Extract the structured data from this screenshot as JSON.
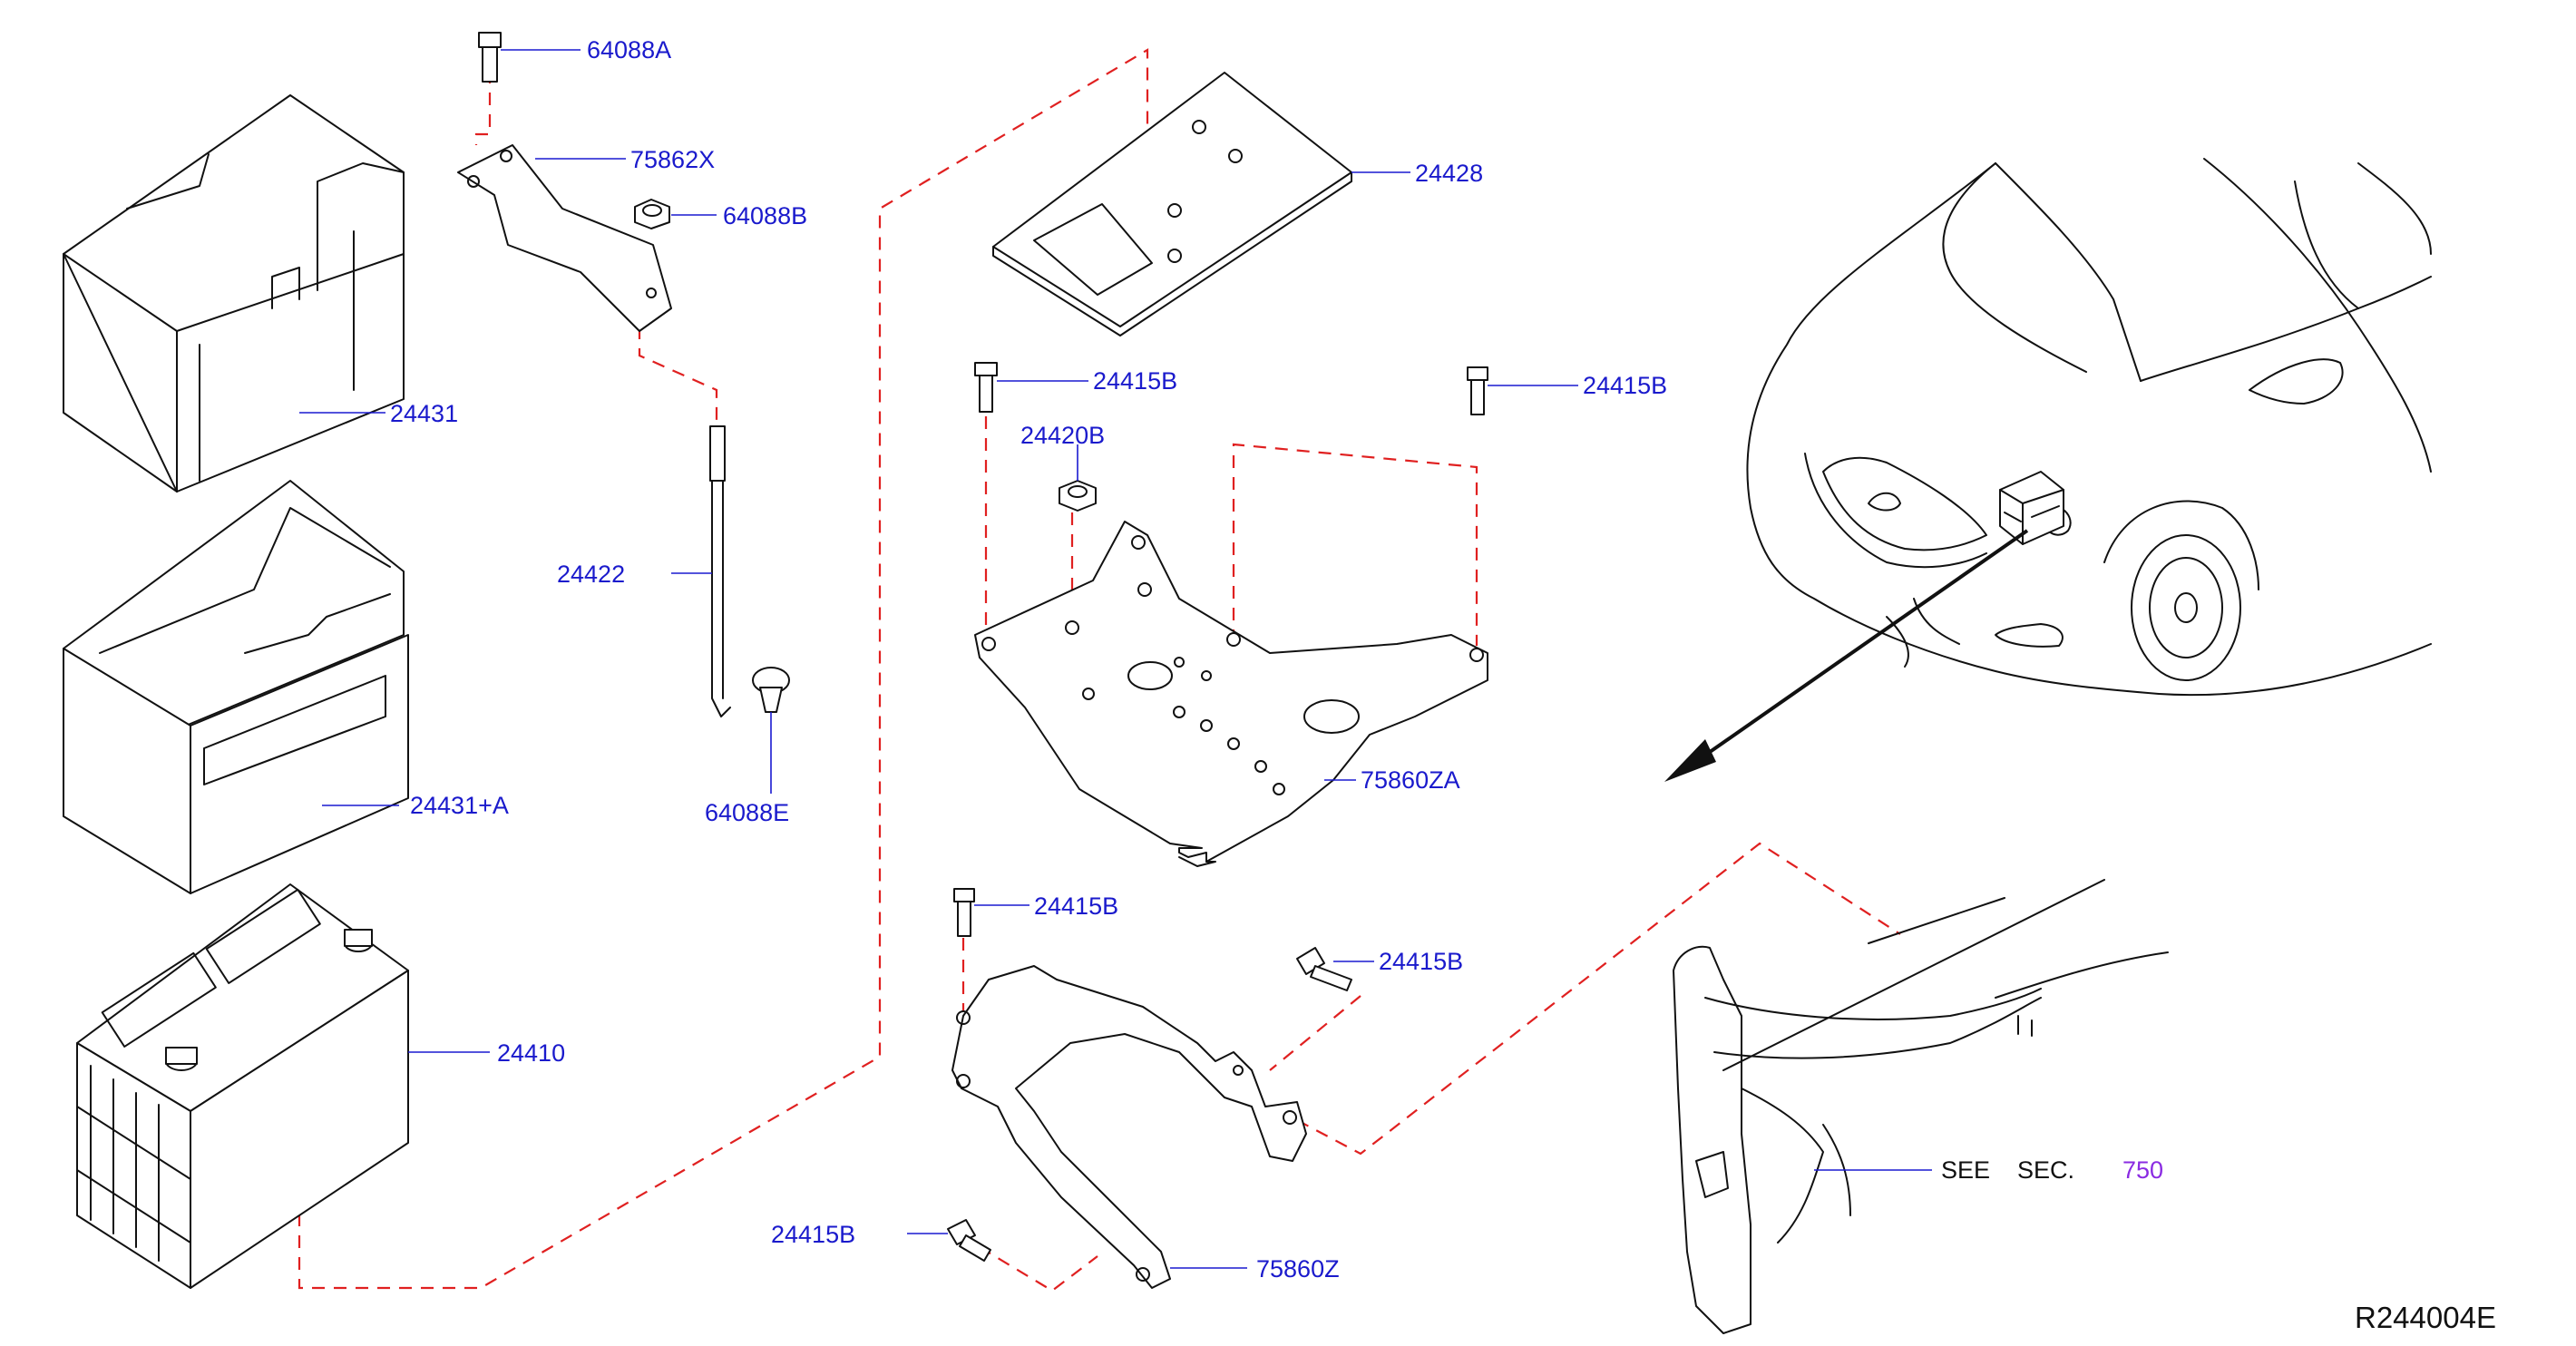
{
  "labels": {
    "p64088A": "64088A",
    "p75862X": "75862X",
    "p64088B": "64088B",
    "p24431": "24431",
    "p24422": "24422",
    "p24431A": "24431+A",
    "p64088E": "64088E",
    "p24410": "24410",
    "p24428": "24428",
    "p24415B_1": "24415B",
    "p24415B_2": "24415B",
    "p24420B": "24420B",
    "p75860ZA": "75860ZA",
    "p24415B_3": "24415B",
    "p24415B_4": "24415B",
    "p24415B_5": "24415B",
    "p75860Z": "75860Z"
  },
  "see_section": {
    "see": "SEE",
    "sec": "SEC.",
    "number": "750"
  },
  "diagram_ref": "R244004E",
  "colors": {
    "label": "#1a1acc",
    "dashed_line": "#e02020",
    "section_ref": "#8a2be2",
    "drawing": "#111111"
  }
}
